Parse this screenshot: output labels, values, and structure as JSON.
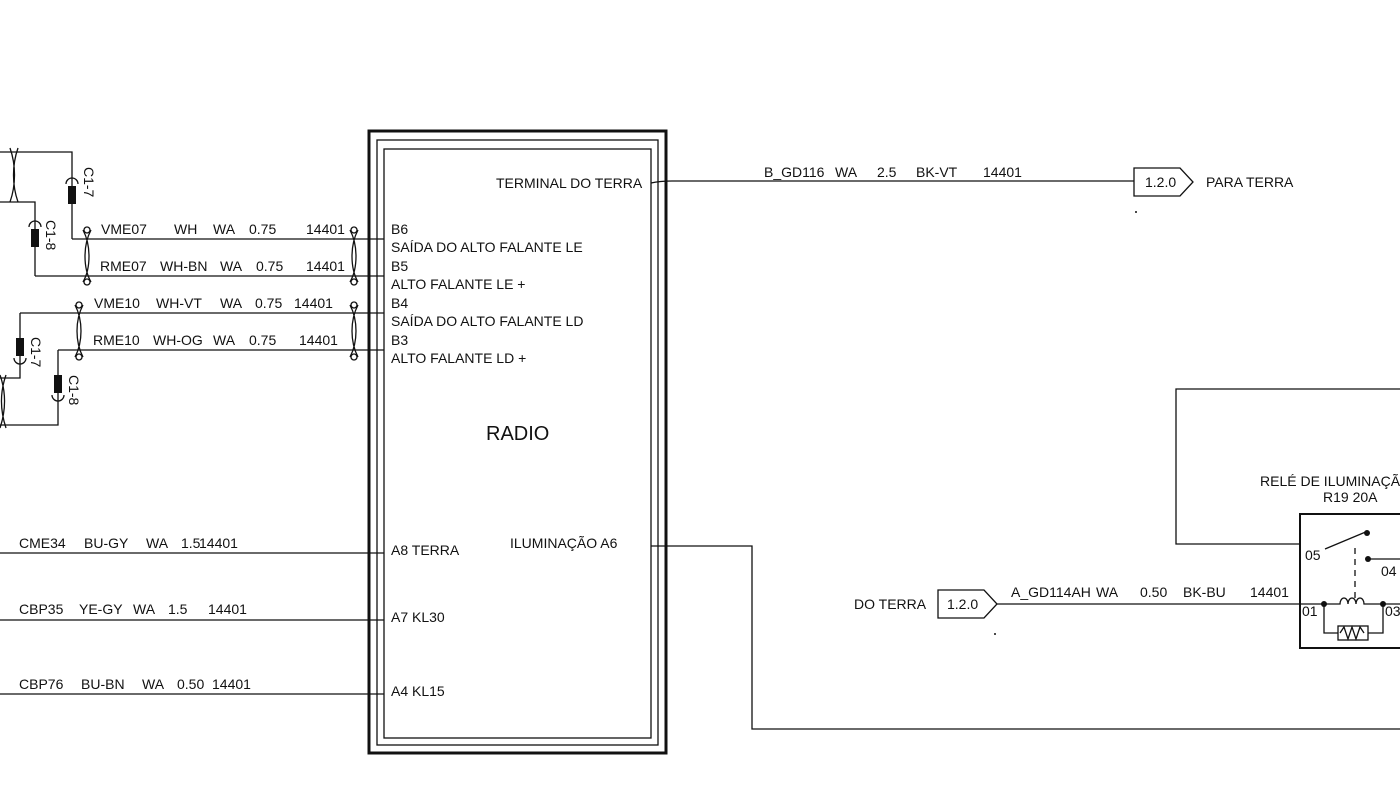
{
  "radio": {
    "title": "RADIO",
    "ground_terminal": "TERMINAL DO TERRA",
    "pins": {
      "b6": "B6",
      "b6_desc": "SAÍDA DO ALTO FALANTE LE",
      "b5": "B5",
      "b5_desc": "ALTO FALANTE LE +",
      "b4": "B4",
      "b4_desc": "SAÍDA DO ALTO FALANTE LD",
      "b3": "B3",
      "b3_desc": "ALTO FALANTE LD +",
      "a8": "A8 TERRA",
      "a7": "A7 KL30",
      "a4": "A4 KL15",
      "a6": "ILUMINAÇÃO  A6"
    }
  },
  "wires": {
    "vme07": [
      "VME07",
      "WH",
      "WA",
      "0.75",
      "14401"
    ],
    "rme07": [
      "RME07",
      "WH-BN",
      "WA",
      "0.75",
      "14401"
    ],
    "vme10": [
      "VME10",
      "WH-VT",
      "WA",
      "0.75",
      "14401"
    ],
    "rme10": [
      "RME10",
      "WH-OG",
      "WA",
      "0.75",
      "14401"
    ],
    "cme34": [
      "CME34",
      "BU-GY",
      "WA",
      "1.5",
      "14401"
    ],
    "cbp35": [
      "CBP35",
      "YE-GY",
      "WA",
      "1.5",
      "14401"
    ],
    "cbp76": [
      "CBP76",
      "BU-BN",
      "WA",
      "0.50",
      "14401"
    ],
    "b_gd116": [
      "B_GD116",
      "WA",
      "2.5",
      "BK-VT",
      "14401"
    ],
    "a_gd114ah": [
      "A_GD114AH",
      "WA",
      "0.50",
      "BK-BU",
      "14401"
    ]
  },
  "connectors": {
    "c1_7_top": "C1-7",
    "c1_8_top": "C1-8",
    "c1_7_bottom": "C1-7",
    "c1_8_bottom": "C1-8"
  },
  "refs": {
    "para_terra_ref": "1.2.0",
    "para_terra": "PARA TERRA",
    "do_terra_ref": "1.2.0",
    "do_terra": "DO TERRA"
  },
  "relay": {
    "name": "RELÉ DE ILUMINAÇÃ",
    "spec": "R19 20A",
    "pin05": "05",
    "pin04": "04",
    "pin01": "01",
    "pin03": "03"
  }
}
